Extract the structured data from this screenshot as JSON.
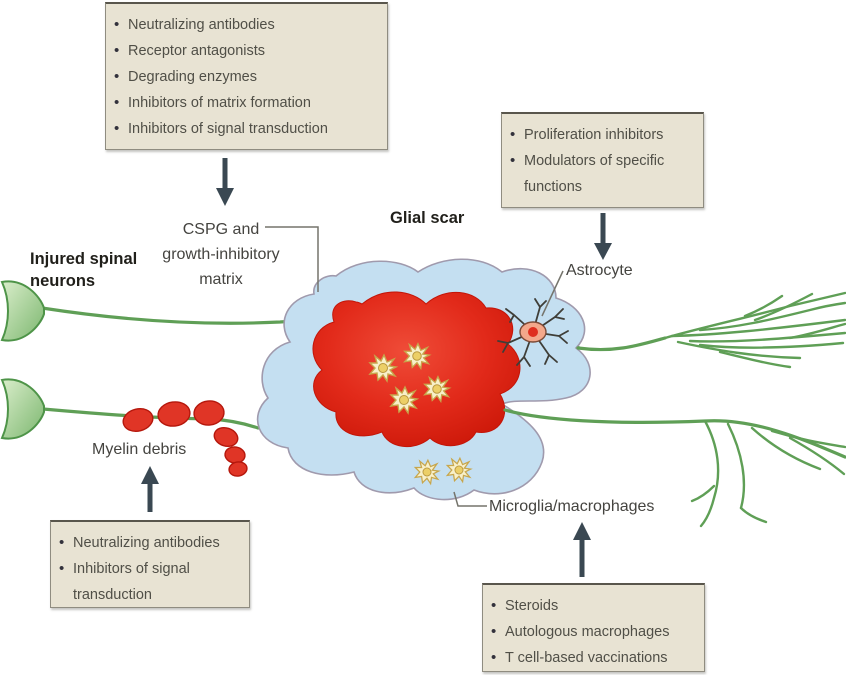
{
  "figure": {
    "description": "Glial scar therapeutic-target diagram"
  },
  "ui": {
    "bullet": "•"
  },
  "colors": {
    "box_bg": "#e8e3d3",
    "box_border": "#8f8c80",
    "box_text": "#504f47",
    "label_text": "#454440",
    "bold_label": "#201f1a",
    "arrow": "#3a4852",
    "scar_fill": "#c4dff1",
    "scar_stroke": "#a09aad",
    "core_red": "#e52f20",
    "cell_fill": "#f8f0c9",
    "cell_stroke": "#c7a64c",
    "neuron_fill": "#9dca8e",
    "neuron_stroke": "#4e9448",
    "axon": "#5f9f56",
    "debris_fill": "#e03526",
    "debris_stroke": "#b5170c",
    "astro_body": "#f3a88b",
    "astro_nucleus": "#df2f1f",
    "astro_arm": "#3f3e38"
  },
  "boxes": {
    "top_left": {
      "items": [
        "Neutralizing antibodies",
        "Receptor antagonists",
        "Degrading enzymes",
        "Inhibitors of matrix formation",
        "Inhibitors of signal transduction"
      ]
    },
    "right": {
      "items": [
        "Proliferation inhibitors",
        "Modulators of specific functions"
      ]
    },
    "bottom_left": {
      "items": [
        "Neutralizing antibodies",
        "Inhibitors of signal transduction"
      ]
    },
    "bottom_right": {
      "items": [
        "Steroids",
        "Autologous macrophages",
        "T cell-based vaccinations"
      ]
    }
  },
  "labels": {
    "injured_spinal_neurons": {
      "lines": [
        "Injured spinal",
        "neurons"
      ]
    },
    "cspg": {
      "lines": [
        "CSPG and",
        "growth-inhibitory",
        "matrix"
      ]
    },
    "glial_scar": "Glial scar",
    "astrocyte": "Astrocyte",
    "myelin_debris": "Myelin debris",
    "microglia": "Microglia/macrophages"
  }
}
